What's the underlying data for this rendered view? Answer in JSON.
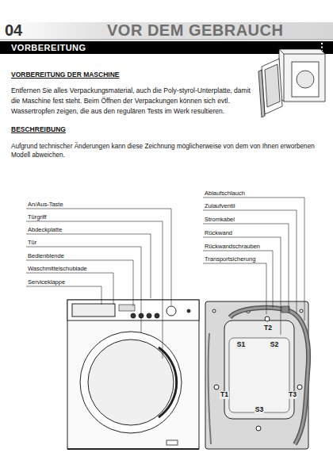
{
  "diagram": {
    "title": "VOR DEM GEBRAUCH",
    "nodes": [
      {
        "text": [
          "VORBEREITUNG"
        ]
      }
    ],
    "labels": [
      "04",
      "VORBEREITUNG DER MASCHINE",
      "Entfernen Sie alles Verpackungsmaterial, auch die Poly-styrol-Unterplatte, damit die Maschine fest steht. Beim Öffnen der Verpackungen können sich evtl. Wassertropfen zeigen, die aus den regulären Tests im Werk resultieren.",
      "BESCHREIBUNG",
      "Aufgrund technischer Änderungen kann diese Zeichnung möglicherweise von dem von Ihnen erworbenen Modell abweichen.",
      "An/Aus-Taste",
      "Türgriff",
      "Abdeckplatte",
      "Tür",
      "Bedienblende",
      "Waschmittelschublade",
      "Serviceklappe",
      "Ablaufschlauch",
      "Zulaufventil",
      "Stromkabel",
      "Rückwand",
      "Rückwandschrauben",
      "Transportsicherung",
      "S1",
      "S2",
      "T2",
      "T1",
      "T3",
      "S3"
    ]
  }
}
